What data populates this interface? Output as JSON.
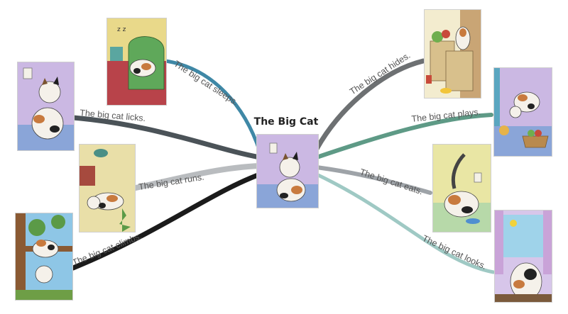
{
  "center": {
    "title": "The Big Cat"
  },
  "branches": [
    {
      "id": "sleeps",
      "label": "The big cat sleeps.",
      "color": "#3f88a6"
    },
    {
      "id": "licks",
      "label": "The big cat licks.",
      "color": "#4b5358"
    },
    {
      "id": "runs",
      "label": "The big cat runs.",
      "color": "#b9bcbf"
    },
    {
      "id": "climbs",
      "label": "The big cat climbs.",
      "color": "#1b1b1b"
    },
    {
      "id": "hides",
      "label": "The big cat hides.",
      "color": "#6d7072"
    },
    {
      "id": "plays",
      "label": "The big cat plays.",
      "color": "#5e9a86"
    },
    {
      "id": "eats",
      "label": "The big cat eats.",
      "color": "#9ea3a8"
    },
    {
      "id": "looks",
      "label": "The big cat looks.",
      "color": "#9fc9c4"
    }
  ]
}
